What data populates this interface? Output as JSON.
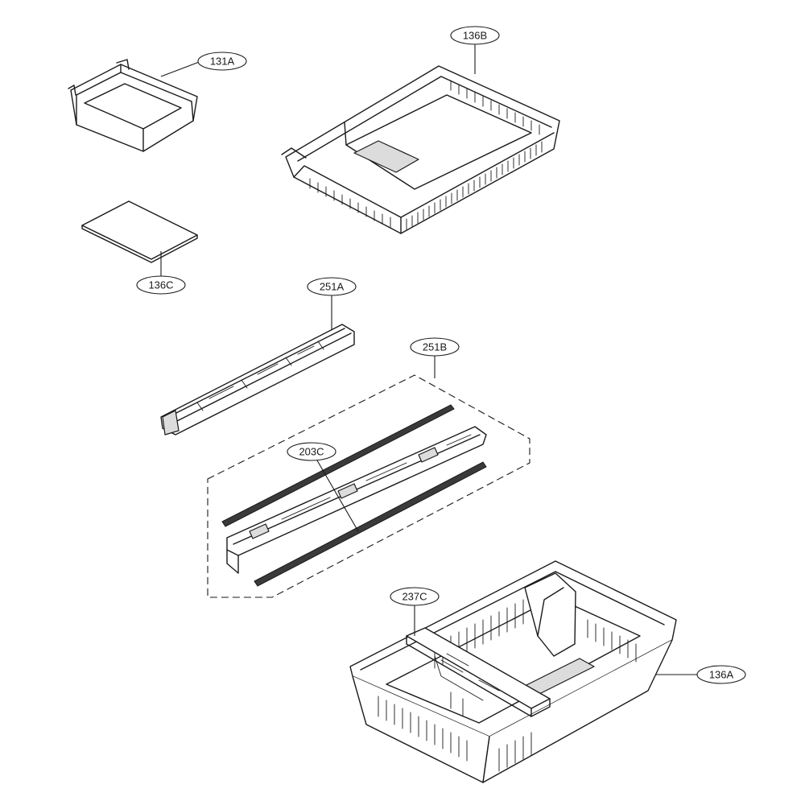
{
  "diagram": {
    "callouts": {
      "c131A": "131A",
      "c136B": "136B",
      "c136C": "136C",
      "c251A": "251A",
      "c251B": "251B",
      "c203C": "203C",
      "c237C": "237C",
      "c136A": "136A"
    },
    "colors": {
      "line": "#1a1a1a",
      "shade": "#dcdcdc",
      "background": "#ffffff"
    }
  }
}
